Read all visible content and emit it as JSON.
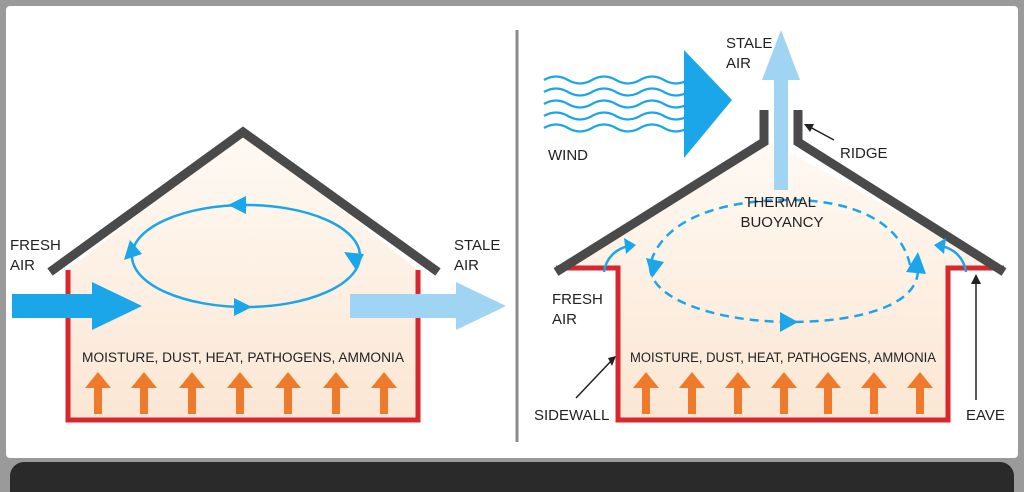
{
  "colors": {
    "interior_fill": "#fcebdc",
    "wall": "#d7282f",
    "roof": "#4a4a4a",
    "fresh_air_arrow": "#1aa6e8",
    "stale_air_arrow": "#9fd4f2",
    "circulation": "#1aa6e8",
    "heat_arrow": "#f07a2b",
    "label": "#222222"
  },
  "left_panel": {
    "fresh_air_label": [
      "FRESH",
      "AIR"
    ],
    "stale_air_label": [
      "STALE",
      "AIR"
    ],
    "pollutants_label": "MOISTURE, DUST, HEAT, PATHOGENS, AMMONIA"
  },
  "right_panel": {
    "stale_air_label": [
      "STALE",
      "AIR"
    ],
    "wind_label": "WIND",
    "ridge_label": "RIDGE",
    "thermal_label": [
      "THERMAL",
      "BUOYANCY"
    ],
    "fresh_air_label": [
      "FRESH",
      "AIR"
    ],
    "pollutants_label": "MOISTURE, DUST, HEAT, PATHOGENS, AMMONIA",
    "sidewall_label": "SIDEWALL",
    "eave_label": "EAVE"
  }
}
